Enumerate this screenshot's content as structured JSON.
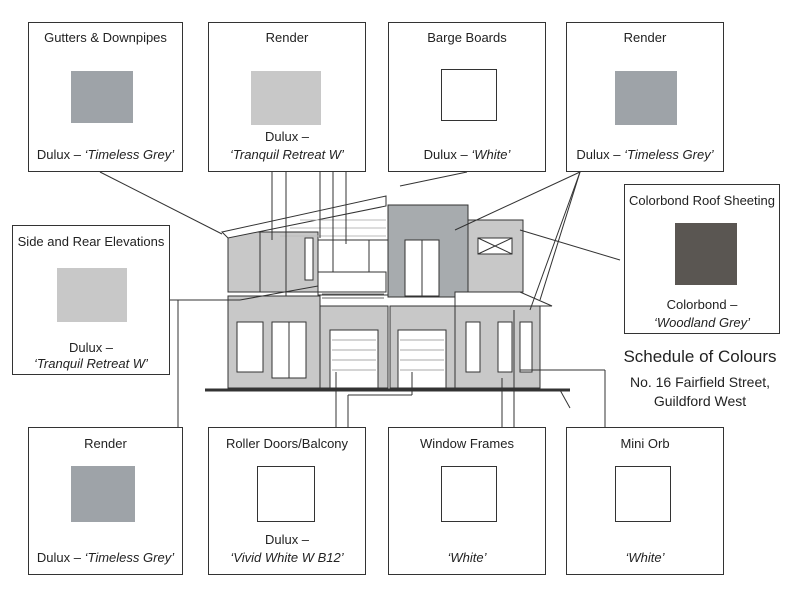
{
  "boxes": {
    "gutters": {
      "title": "Gutters & Downpipes",
      "brand": "Dulux – ",
      "colour": "‘Timeless Grey’",
      "swatch": "#9ea3a8"
    },
    "render1": {
      "title": "Render",
      "brand": "Dulux –",
      "colour": "‘Tranquil Retreat W’",
      "swatch": "#c8c8c8"
    },
    "barge": {
      "title": "Barge Boards",
      "brand": "Dulux – ",
      "colour": "‘White’",
      "swatch": "#ffffff"
    },
    "render2": {
      "title": "Render",
      "brand": "Dulux – ",
      "colour": "‘Timeless Grey’",
      "swatch": "#9ea3a8"
    },
    "roof": {
      "title": "Colorbond Roof Sheeting",
      "brand": "Colorbond –",
      "colour": "‘Woodland Grey’",
      "swatch": "#5a5652"
    },
    "side": {
      "title": "Side and Rear Elevations",
      "brand": "Dulux –",
      "colour": "‘Tranquil Retreat W’",
      "swatch": "#c8c8c8"
    },
    "render3": {
      "title": "Render",
      "brand": "Dulux – ",
      "colour": "‘Timeless Grey’",
      "swatch": "#9ea3a8"
    },
    "roller": {
      "title": "Roller Doors/Balcony",
      "brand": "Dulux –",
      "colour": "‘Vivid White W B12’",
      "swatch": "#ffffff"
    },
    "frames": {
      "title": "Window Frames",
      "colour": "‘White’",
      "swatch": "#ffffff"
    },
    "miniorb": {
      "title": "Mini Orb",
      "colour": "‘White’",
      "swatch": "#ffffff"
    }
  },
  "schedule": {
    "title": "Schedule of Colours",
    "address_line1": "No. 16 Fairfield Street,",
    "address_line2": "Guildford West"
  },
  "colors": {
    "line": "#333333",
    "render_light": "#c8c8c8",
    "render_dark": "#a7abae",
    "roof": "#5a5652"
  }
}
